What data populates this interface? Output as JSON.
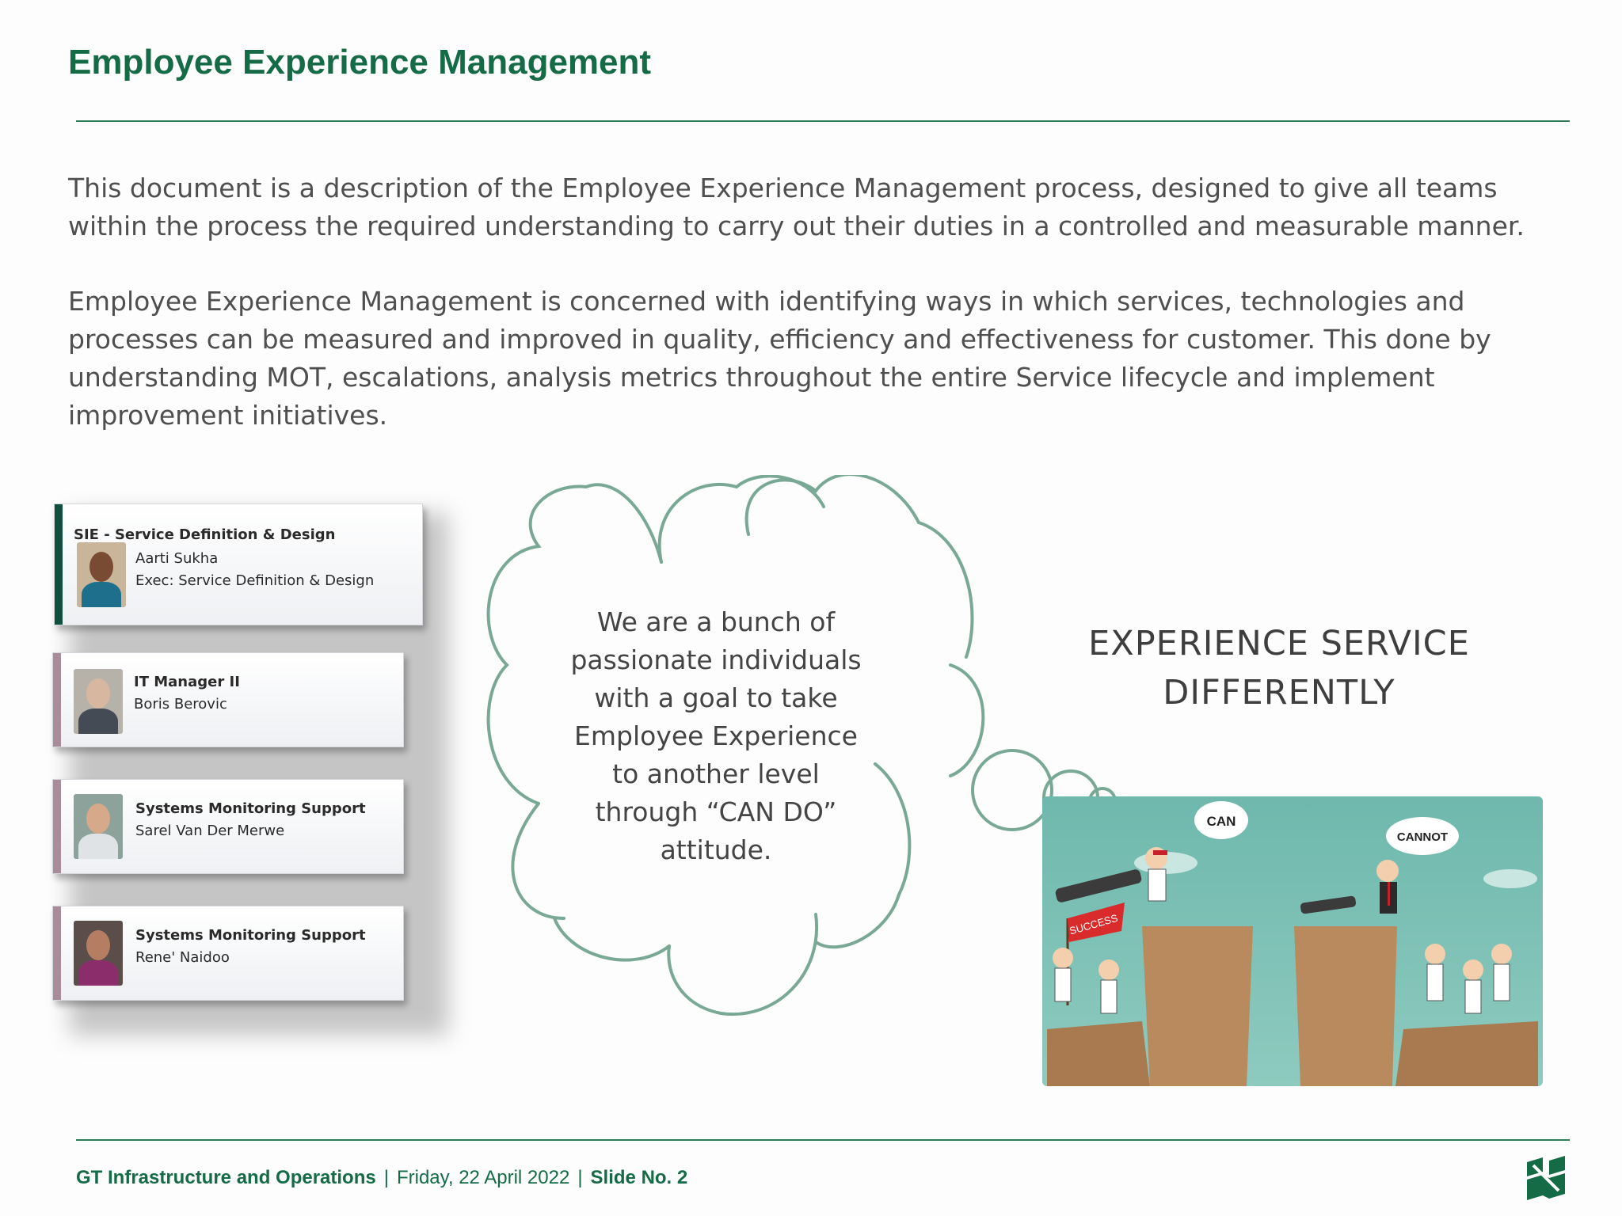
{
  "slide": {
    "title": "Employee Experience Management",
    "paragraph1": "This document is a description of the Employee Experience Management process, designed to give all teams within the process the required understanding to carry out their duties in a controlled and measurable manner.",
    "paragraph2": "Employee Experience Management is concerned with identifying ways in which services, technologies and processes can be measured and improved in quality, efficiency and effectiveness for customer. This done by understanding MOT, escalations, analysis metrics throughout the entire Service lifecycle and implement improvement initiatives."
  },
  "org_cards": [
    {
      "heading": "SIE - Service Definition & Design",
      "line1": "Aarti Sukha",
      "line2": "Exec: Service Definition & Design",
      "accent_color": "#0e4f3d"
    },
    {
      "heading": "IT Manager II",
      "line1": "Boris Berovic",
      "accent_color": "#a88c9a"
    },
    {
      "heading": "Systems Monitoring Support",
      "line1": "Sarel Van Der Merwe",
      "accent_color": "#a88c9a"
    },
    {
      "heading": "Systems Monitoring Support",
      "line1": "Rene' Naidoo",
      "accent_color": "#a88c9a"
    }
  ],
  "thought_cloud": {
    "lines": [
      "We are a bunch of",
      "passionate individuals",
      "with a goal to take",
      "Employee Experience",
      "to another level",
      "through “CAN DO”",
      "attitude."
    ],
    "outline_color": "#79a895"
  },
  "slogan": {
    "line1": "EXPERIENCE  SERVICE",
    "line2": "DIFFERENTLY"
  },
  "illustration": {
    "bubble_can": "CAN",
    "bubble_cannot": "CANNOT",
    "flag_text": "SUCCESS"
  },
  "footer": {
    "org": "GT Infrastructure and Operations",
    "date": "Friday, 22 April 2022",
    "slide_no": "Slide No. 2",
    "brand_color": "#156b46"
  }
}
